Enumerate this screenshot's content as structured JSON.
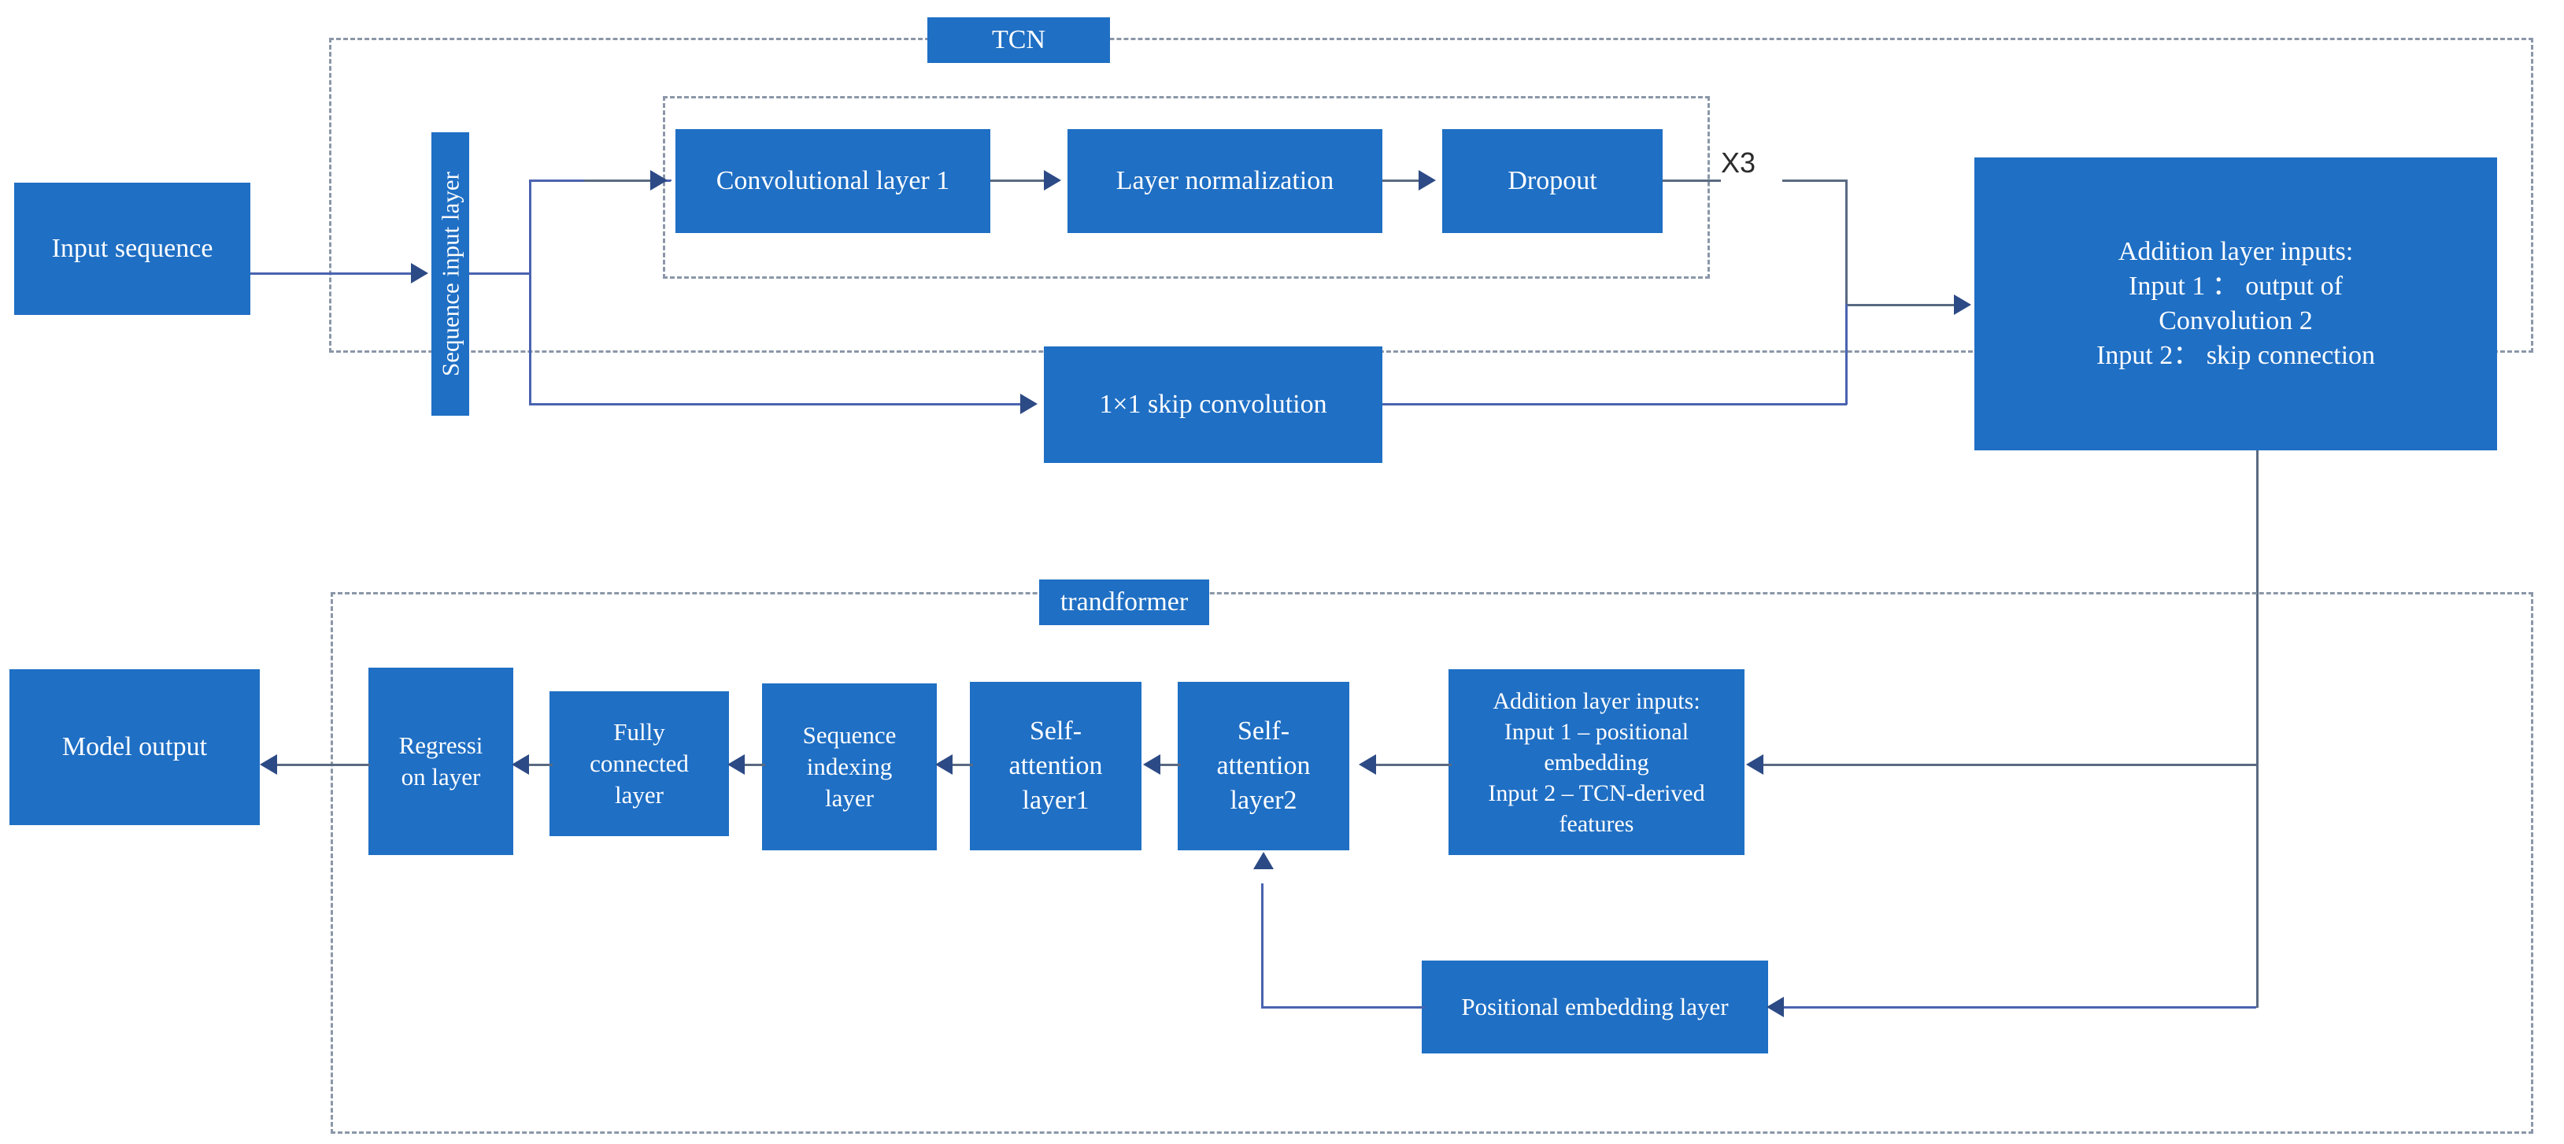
{
  "diagram": {
    "title_hidden": "",
    "colors": {
      "node_fill": "#1f6fc4",
      "node_text": "#ffffff",
      "group_border": "#8b97a8",
      "connector": "#5a6a82",
      "connector_blue": "#4a63b0"
    },
    "groups": [
      {
        "id": "tcn",
        "label": "TCN"
      },
      {
        "id": "residual",
        "label": ""
      },
      {
        "id": "transformer",
        "label": "trandformer"
      }
    ],
    "nodes": {
      "input_sequence": "Input sequence",
      "sequence_input_layer": "Sequence input layer",
      "conv_layer_1": "Convolutional layer 1",
      "layer_normalization": "Layer normalization",
      "dropout": "Dropout",
      "repeat_label": "X3",
      "skip_convolution": "1×1 skip convolution",
      "addition_tcn_line1": "Addition layer inputs:",
      "addition_tcn_line2": "Input 1 ：  output of",
      "addition_tcn_line3": "Convolution 2",
      "addition_tcn_line4": "Input 2： skip connection",
      "addition_tr_line1": "Addition layer inputs:",
      "addition_tr_line2": "Input 1 – positional embedding",
      "addition_tr_line3": "Input 2 – TCN-derived features",
      "self_attention_layer2": "Self-\nattention\nlayer2",
      "self_attention_layer1": "Self-\nattention\nlayer1",
      "sequence_indexing_layer": "Sequence\nindexing\nlayer",
      "fully_connected_layer": "Fully\nconnected\nlayer",
      "regression_layer": "Regressi\non layer",
      "model_output": "Model output",
      "positional_embedding_layer": "Positional embedding layer"
    }
  }
}
